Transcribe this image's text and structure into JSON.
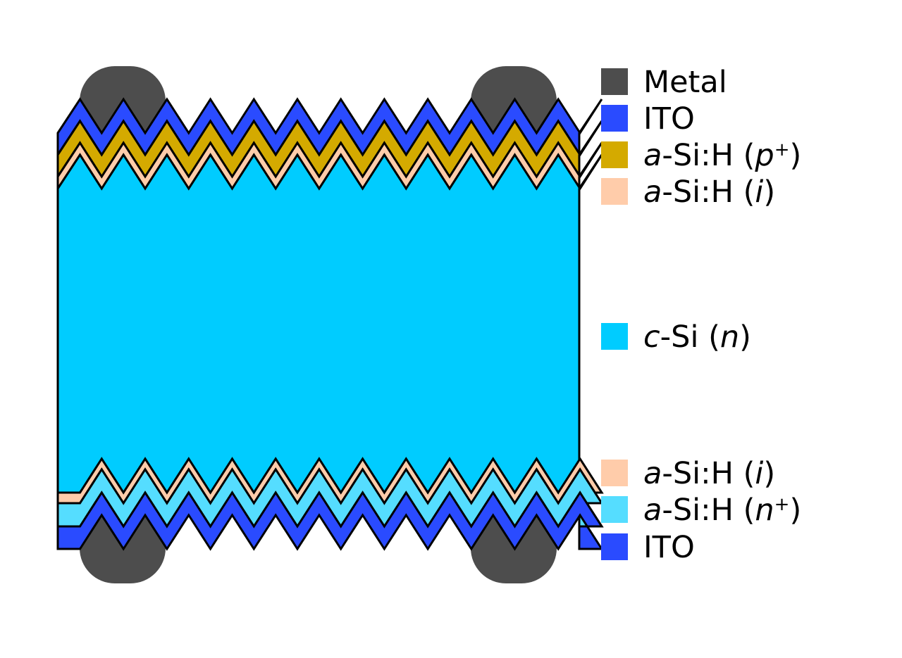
{
  "diagram": {
    "colors": {
      "metal": "#4d4d4d",
      "ito": "#2a4bff",
      "p_plus": "#d4aa00",
      "intrinsic": "#ffccaa",
      "c_si": "#00ccff",
      "n_plus": "#55ddff",
      "outline": "#000000"
    },
    "legend": [
      {
        "key": "metal",
        "color": "#4d4d4d",
        "parts": [
          {
            "t": "Metal"
          }
        ]
      },
      {
        "key": "ito-top",
        "color": "#2a4bff",
        "parts": [
          {
            "t": "ITO"
          }
        ]
      },
      {
        "key": "p-plus",
        "color": "#d4aa00",
        "parts": [
          {
            "t": "a",
            "style": "i"
          },
          {
            "t": "-Si:H ("
          },
          {
            "t": "p",
            "style": "i"
          },
          {
            "t": "+",
            "style": "sup"
          },
          {
            "t": ")"
          }
        ]
      },
      {
        "key": "i-top",
        "color": "#ffccaa",
        "parts": [
          {
            "t": "a",
            "style": "i"
          },
          {
            "t": "-Si:H ("
          },
          {
            "t": "i",
            "style": "i"
          },
          {
            "t": ")"
          }
        ]
      },
      {
        "key": "c-si",
        "color": "#00ccff",
        "parts": [
          {
            "t": "c",
            "style": "i"
          },
          {
            "t": "-Si ("
          },
          {
            "t": "n",
            "style": "i"
          },
          {
            "t": ")"
          }
        ]
      },
      {
        "key": "i-bottom",
        "color": "#ffccaa",
        "parts": [
          {
            "t": "a",
            "style": "i"
          },
          {
            "t": "-Si:H ("
          },
          {
            "t": "i",
            "style": "i"
          },
          {
            "t": ")"
          }
        ]
      },
      {
        "key": "n-plus",
        "color": "#55ddff",
        "parts": [
          {
            "t": "a",
            "style": "i"
          },
          {
            "t": "-Si:H ("
          },
          {
            "t": "n",
            "style": "i"
          },
          {
            "t": "+",
            "style": "sup"
          },
          {
            "t": ")"
          }
        ]
      },
      {
        "key": "ito-bottom",
        "color": "#2a4bff",
        "parts": [
          {
            "t": "ITO"
          }
        ]
      }
    ]
  }
}
